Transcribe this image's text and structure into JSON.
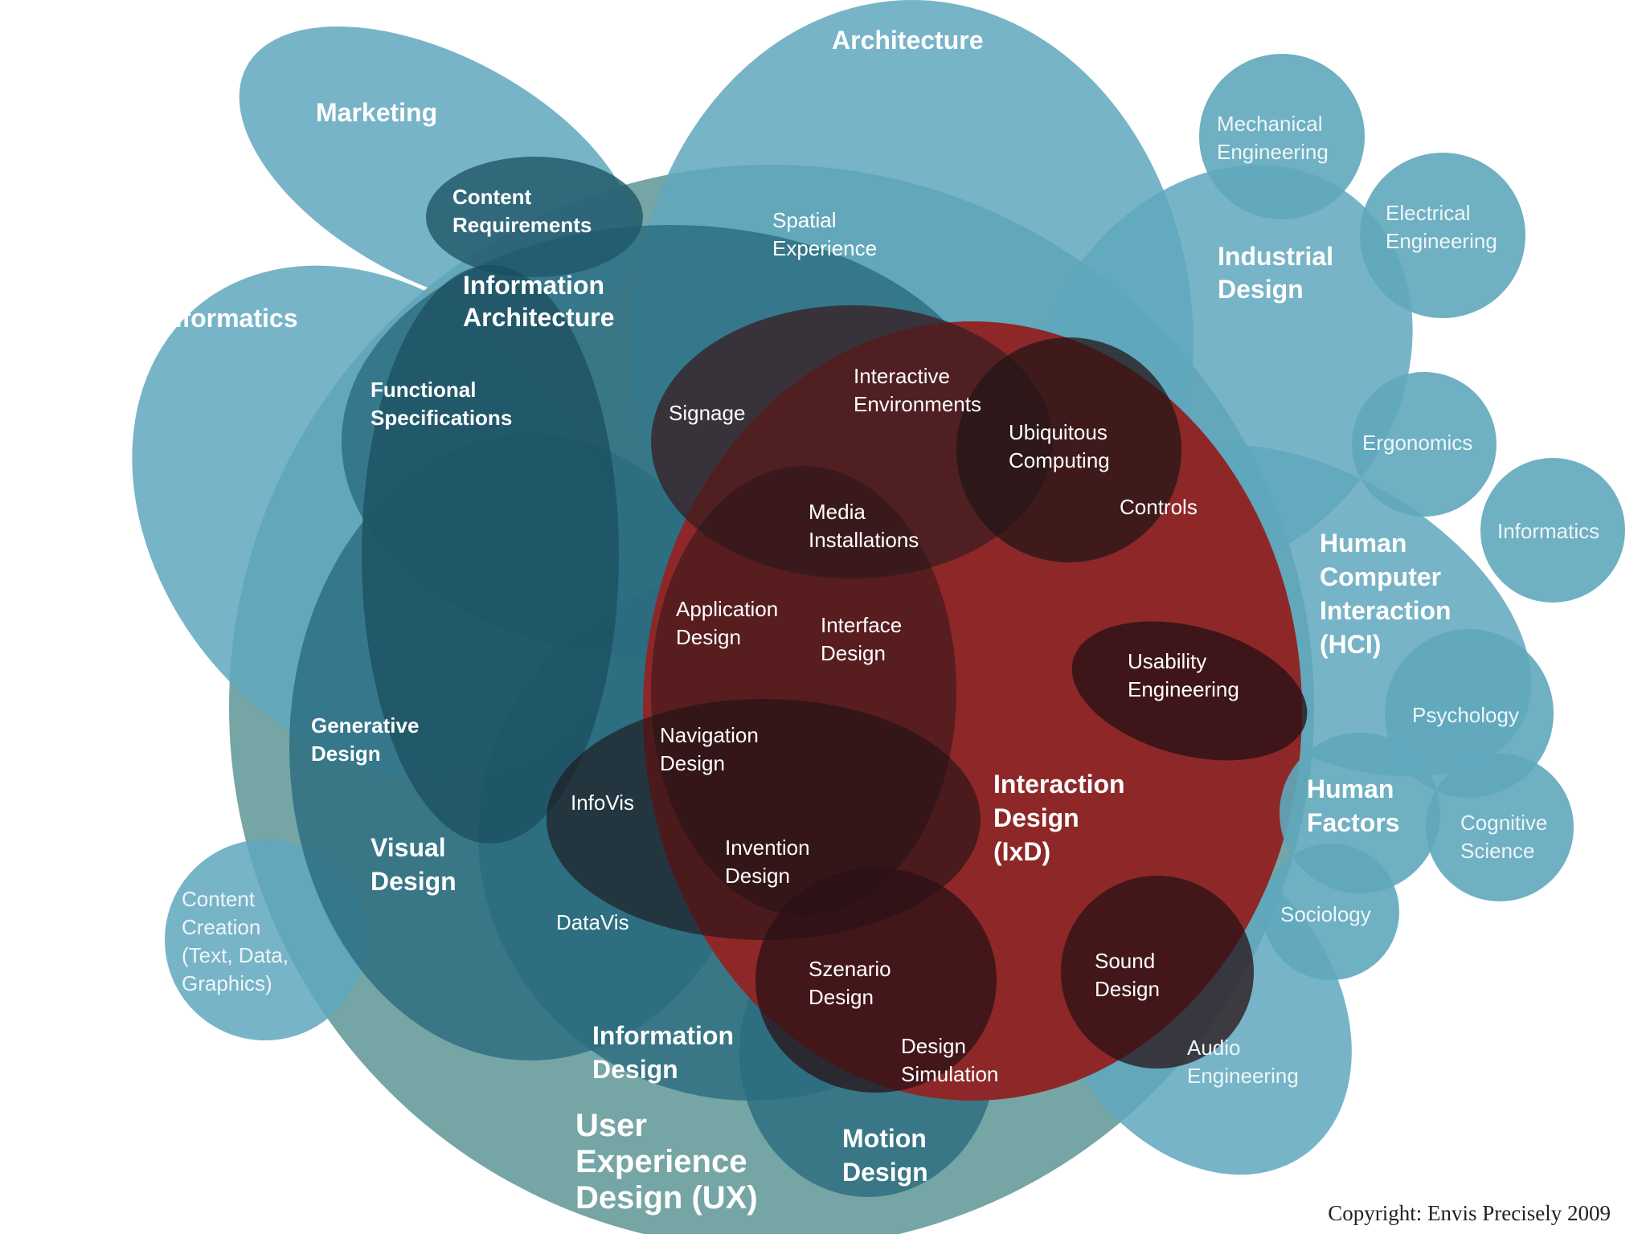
{
  "colors": {
    "teal_light": "#5fa7bd",
    "teal_ux": "#6fa0a0",
    "teal_dark": "#1f5668",
    "ixd_red": "#8e2828",
    "text": "#ffffff"
  },
  "labels": {
    "architecture": "Architecture",
    "marketing": "Marketing",
    "content_requirements": [
      "Content",
      "Requirements"
    ],
    "information_architecture": [
      "Information",
      "Architecture"
    ],
    "spatial_experience": [
      "Spatial",
      "Experience"
    ],
    "informatics_left": "Informatics",
    "functional_specifications": [
      "Functional",
      "Specifications"
    ],
    "signage": "Signage",
    "interactive_environments": [
      "Interactive",
      "Environments"
    ],
    "ubiquitous_computing": [
      "Ubiquitous",
      "Computing"
    ],
    "controls": "Controls",
    "media_installations": [
      "Media",
      "Installations"
    ],
    "application_design": [
      "Application",
      "Design"
    ],
    "interface_design": [
      "Interface",
      "Design"
    ],
    "usability_engineering": [
      "Usability",
      "Engineering"
    ],
    "generative_design": [
      "Generative",
      "Design"
    ],
    "navigation_design": [
      "Navigation",
      "Design"
    ],
    "infovis": "InfoVis",
    "interaction_design": [
      "Interaction",
      "Design",
      "(IxD)"
    ],
    "visual_design": [
      "Visual",
      "Design"
    ],
    "invention_design": [
      "Invention",
      "Design"
    ],
    "datavis": "DataVis",
    "content_creation": [
      "Content",
      "Creation",
      "(Text, Data,",
      "Graphics)"
    ],
    "szenario_design": [
      "Szenario",
      "Design"
    ],
    "sound_design": [
      "Sound",
      "Design"
    ],
    "information_design": [
      "Information",
      "Design"
    ],
    "design_simulation": [
      "Design",
      "Simulation"
    ],
    "audio_engineering": [
      "Audio",
      "Engineering"
    ],
    "ux": [
      "User",
      "Experience",
      "Design (UX)"
    ],
    "motion_design": [
      "Motion",
      "Design"
    ],
    "mechanical_engineering": [
      "Mechanical",
      "Engineering"
    ],
    "electrical_engineering": [
      "Electrical",
      "Engineering"
    ],
    "industrial_design": [
      "Industrial",
      "Design"
    ],
    "ergonomics": "Ergonomics",
    "informatics_right": "Informatics",
    "hci": [
      "Human",
      "Computer",
      "Interaction",
      "(HCI)"
    ],
    "psychology": "Psychology",
    "human_factors": [
      "Human",
      "Factors"
    ],
    "cognitive_science": [
      "Cognitive",
      "Science"
    ],
    "sociology": "Sociology"
  },
  "copyright": "Copyright: Envis Precisely 2009"
}
